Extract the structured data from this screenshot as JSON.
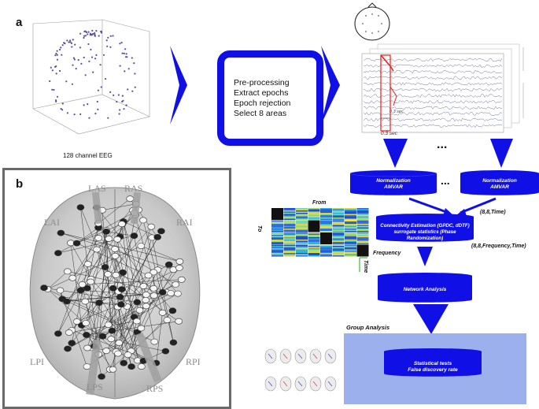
{
  "panel_a": {
    "letter": "a",
    "eeg_caption": "128 channel EEG",
    "preprocessing_steps": [
      "Pre-processing",
      "Extract epochs",
      "Epoch rejection",
      "Select  8 areas"
    ],
    "time_window_label": "0.3 sec",
    "time_window_label_small": "0.3 sec",
    "ellipsis": "...",
    "normalization": {
      "title": "Normalization",
      "subtitle": "AMVAR"
    },
    "connectivity": {
      "line1": "Connectivity Estimation (GPDC, dDTF)",
      "line2": "surrogate statistics (Phase Randomization)",
      "line3": "False discovery rate"
    },
    "dim_time": "(8,8,Time)",
    "dim_freq": "(8,8,Frequency,Time)",
    "matrix_labels": {
      "from": "From",
      "to": "To",
      "frequency": "Frequency",
      "time": "Time"
    },
    "network_analysis": "Network Analysis",
    "group_analysis": {
      "title": "Group Analysis",
      "line1": "Statistical tests",
      "line2": "False discovery rate"
    },
    "colors": {
      "flow_blue": "#1010e6",
      "group_bg": "#9bb0ec",
      "highlight_red": "#e8201a"
    }
  },
  "panel_b": {
    "letter": "b",
    "lobes": {
      "las": "LAS",
      "ras": "RAS",
      "lai": "LAI",
      "rai": "RAI",
      "lpi": "LPI",
      "rpi": "RPI",
      "lps": "LPS",
      "rps": "RPS"
    }
  }
}
